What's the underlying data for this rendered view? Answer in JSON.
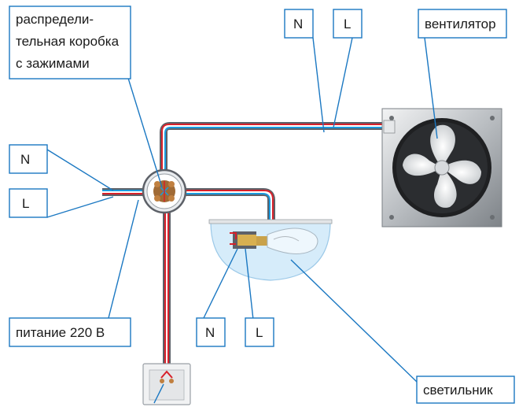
{
  "labels": {
    "junction_box_line1": "распредели-",
    "junction_box_line2": "тельная коробка",
    "junction_box_line3": "с зажимами",
    "fan": "вентилятор",
    "supply": "питание 220 В",
    "lamp": "светильник",
    "n_top": "N",
    "l_top": "L",
    "n_left": "N",
    "l_left": "L",
    "n_lamp": "N",
    "l_lamp": "L"
  },
  "icons": [
    "junction-box-icon",
    "fan-icon",
    "lamp-icon",
    "switch-icon"
  ],
  "colors": {
    "cable_outer": "#5d6168",
    "neutral_wire": "#1a9be0",
    "live_wire": "#d8202a",
    "label_border": "#1b78c2",
    "junction_box": "#a06a35",
    "lamp_shade": "#d6ecfa"
  }
}
